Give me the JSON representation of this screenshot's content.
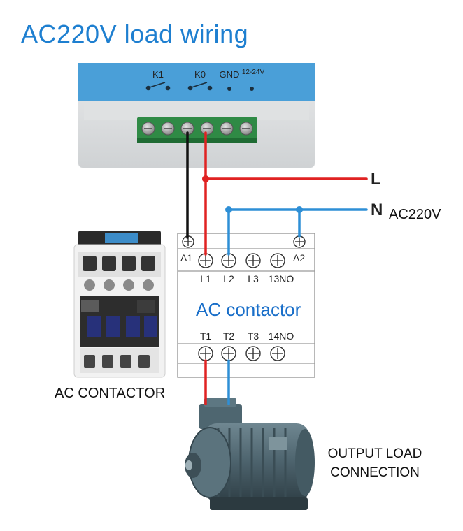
{
  "title": "AC220V load wiring",
  "relay_module": {
    "terminals": [
      "K1",
      "K0",
      "GND"
    ],
    "supply_label": "12-24V"
  },
  "wires": {
    "live_label": "L",
    "neutral_label": "N",
    "supply_label": "AC220V",
    "colors": {
      "live": "#e02222",
      "neutral": "#2e8fd6",
      "control": "#111111"
    }
  },
  "contactor_schematic": {
    "top_left_label": "A1",
    "top_right_label": "A2",
    "input_labels": [
      "L1",
      "L2",
      "L3",
      "13NO"
    ],
    "title": "AC contactor",
    "output_labels": [
      "T1",
      "T2",
      "T3",
      "14NO"
    ]
  },
  "contactor_photo": {
    "caption": "AC CONTACTOR"
  },
  "motor_photo": {
    "caption_line1": "OUTPUT LOAD",
    "caption_line2": "CONNECTION"
  }
}
